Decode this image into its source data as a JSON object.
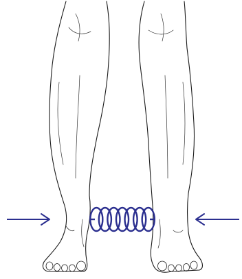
{
  "figure": {
    "legs": [
      "left-leg",
      "right-leg"
    ],
    "spring_coil_count": 7,
    "force_arrows": [
      "left-force-arrow",
      "right-force-arrow"
    ]
  },
  "colors": {
    "background": "#ffffff",
    "outline": "#1a1a1a",
    "spring": "#2b2f8f",
    "arrow": "#2b2f8f"
  }
}
